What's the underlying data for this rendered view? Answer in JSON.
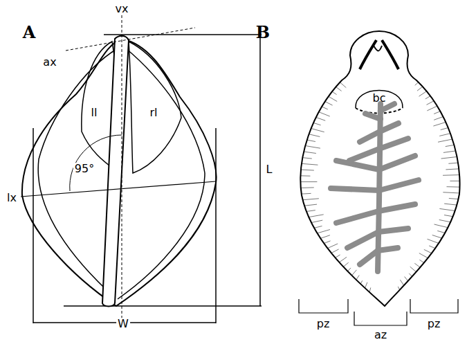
{
  "diagram": {
    "labels": [
      "A",
      "vx",
      "ax",
      "ll",
      "rl",
      "95°",
      "lx",
      "L",
      "W",
      "B",
      "bc",
      "pz",
      "az",
      "pz"
    ]
  }
}
